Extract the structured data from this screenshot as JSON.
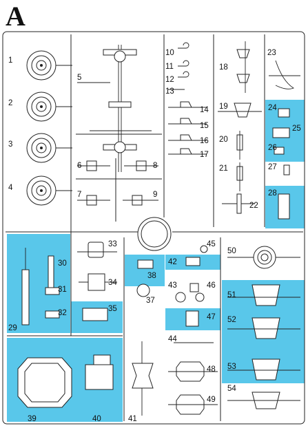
{
  "sheet": {
    "letter": "A"
  },
  "colors": {
    "highlight": "#59c7ea",
    "outline": "#222222",
    "background": "#ffffff"
  },
  "parts": [
    {
      "n": "1",
      "label": "1",
      "highlighted": false
    },
    {
      "n": "2",
      "label": "2",
      "highlighted": false
    },
    {
      "n": "3",
      "label": "3",
      "highlighted": false
    },
    {
      "n": "4",
      "label": "4",
      "highlighted": false
    },
    {
      "n": "5",
      "label": "5",
      "highlighted": false
    },
    {
      "n": "6",
      "label": "6",
      "highlighted": false
    },
    {
      "n": "7",
      "label": "7",
      "highlighted": false
    },
    {
      "n": "8",
      "label": "8",
      "highlighted": false
    },
    {
      "n": "9",
      "label": "9",
      "highlighted": false
    },
    {
      "n": "10",
      "label": "10",
      "highlighted": false
    },
    {
      "n": "11",
      "label": "11",
      "highlighted": false
    },
    {
      "n": "12",
      "label": "12",
      "highlighted": false
    },
    {
      "n": "13",
      "label": "13",
      "highlighted": false
    },
    {
      "n": "14",
      "label": "14",
      "highlighted": false
    },
    {
      "n": "15",
      "label": "15",
      "highlighted": false
    },
    {
      "n": "16",
      "label": "16",
      "highlighted": false
    },
    {
      "n": "17",
      "label": "17",
      "highlighted": false
    },
    {
      "n": "18",
      "label": "18",
      "highlighted": false
    },
    {
      "n": "19",
      "label": "19",
      "highlighted": false
    },
    {
      "n": "20",
      "label": "20",
      "highlighted": false
    },
    {
      "n": "21",
      "label": "21",
      "highlighted": false
    },
    {
      "n": "22",
      "label": "22",
      "highlighted": false
    },
    {
      "n": "23",
      "label": "23",
      "highlighted": false
    },
    {
      "n": "24",
      "label": "24",
      "highlighted": true
    },
    {
      "n": "25",
      "label": "25",
      "highlighted": true
    },
    {
      "n": "26",
      "label": "26",
      "highlighted": true
    },
    {
      "n": "27",
      "label": "27",
      "highlighted": false
    },
    {
      "n": "28",
      "label": "28",
      "highlighted": true
    },
    {
      "n": "29",
      "label": "29",
      "highlighted": true
    },
    {
      "n": "30",
      "label": "30",
      "highlighted": true
    },
    {
      "n": "31",
      "label": "31",
      "highlighted": true
    },
    {
      "n": "32",
      "label": "32",
      "highlighted": true
    },
    {
      "n": "33",
      "label": "33",
      "highlighted": false
    },
    {
      "n": "34",
      "label": "34",
      "highlighted": false
    },
    {
      "n": "35",
      "label": "35",
      "highlighted": true
    },
    {
      "n": "37",
      "label": "37",
      "highlighted": false
    },
    {
      "n": "38",
      "label": "38",
      "highlighted": true
    },
    {
      "n": "39",
      "label": "39",
      "highlighted": true
    },
    {
      "n": "40",
      "label": "40",
      "highlighted": true
    },
    {
      "n": "41",
      "label": "41",
      "highlighted": false
    },
    {
      "n": "42",
      "label": "42",
      "highlighted": true
    },
    {
      "n": "43",
      "label": "43",
      "highlighted": false
    },
    {
      "n": "44",
      "label": "44",
      "highlighted": false
    },
    {
      "n": "45",
      "label": "45",
      "highlighted": false
    },
    {
      "n": "46",
      "label": "46",
      "highlighted": false
    },
    {
      "n": "47",
      "label": "47",
      "highlighted": true
    },
    {
      "n": "48",
      "label": "48",
      "highlighted": false
    },
    {
      "n": "49",
      "label": "49",
      "highlighted": false
    },
    {
      "n": "50",
      "label": "50",
      "highlighted": false
    },
    {
      "n": "51",
      "label": "51",
      "highlighted": true
    },
    {
      "n": "52",
      "label": "52",
      "highlighted": true
    },
    {
      "n": "53",
      "label": "53",
      "highlighted": true
    },
    {
      "n": "54",
      "label": "54",
      "highlighted": false
    }
  ]
}
